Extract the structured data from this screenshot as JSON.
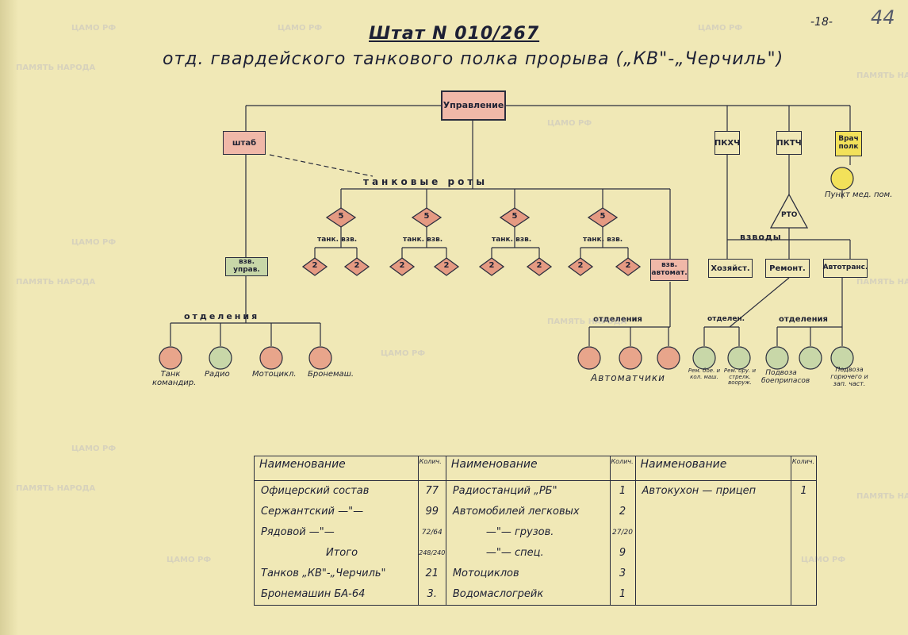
{
  "title": "Штат N 010/267",
  "subtitle": "отд. гвардейского танкового полка прорыва („КВ\"-„Черчиль\")",
  "page_number": "-18-",
  "page_number_handwritten": "44",
  "watermark": [
    "ЦАМО РФ",
    "ПАМЯТЬ НАРОДА"
  ],
  "org": {
    "root": "Управление",
    "shtab": "штаб",
    "pkhch": "ПКХЧ",
    "pktch": "ПКТЧ",
    "vrach": "Врач полк",
    "punkt": "Пункт мед. пом.",
    "rto": "РТО",
    "vzvody": "взводы",
    "khozyaist": "Хозяйст.",
    "remont": "Ремонт.",
    "avtotrans": "Автотранс.",
    "tank_companies": "танковые роты",
    "company_strength": "5",
    "platoon_strength": "2",
    "platoon_label": "танк. взв.",
    "vzv_upr": "взв. управ.",
    "vzv_avtomat": "взв. автомат.",
    "otdeleniya": "отделения",
    "otdelen_short": "отделен.",
    "sections_left": [
      "Танк командир.",
      "Радио",
      "Мотоцикл.",
      "Бронемаш."
    ],
    "avtomatchiki": "Автоматчики",
    "sections_right": [
      "Рем. бое. и кол. маш.",
      "Рем. ору. и стрелк. вооруж.",
      "Подвоза боеприпасов",
      "Подвоза горючего и зап. част."
    ]
  },
  "table": {
    "headers": [
      "Наименование",
      "Колич.",
      "Наименование",
      "Колич.",
      "Наименование",
      "Колич."
    ],
    "col1": [
      {
        "name": "Офицерский состав",
        "qty": "77"
      },
      {
        "name": "Сержантский —\"—",
        "qty": "99"
      },
      {
        "name": "Рядовой —\"—",
        "qty": "72/64"
      },
      {
        "name": "Итого",
        "qty": "248/240"
      },
      {
        "name": "Танков „КВ\"-„Черчиль\"",
        "qty": "21"
      },
      {
        "name": "Бронемашин БА-64",
        "qty": "3."
      }
    ],
    "col2": [
      {
        "name": "Радиостанций „РБ\"",
        "qty": "1"
      },
      {
        "name": "Автомобилей легковых",
        "qty": "2"
      },
      {
        "name": "—\"— грузов.",
        "qty": "27/20"
      },
      {
        "name": "—\"— спец.",
        "qty": "9"
      },
      {
        "name": "Мотоциклов",
        "qty": "3"
      },
      {
        "name": "Водомаслогрейк",
        "qty": "1"
      }
    ],
    "col3": [
      {
        "name": "Автокухон — прицеп",
        "qty": "1"
      }
    ]
  },
  "colors": {
    "paper": "#f0e8b6",
    "pink": "#f0b8a8",
    "salmon": "#e59a82",
    "green": "#c8d7a8",
    "yellow": "#f2e15a",
    "ink": "#2a2d3d"
  }
}
